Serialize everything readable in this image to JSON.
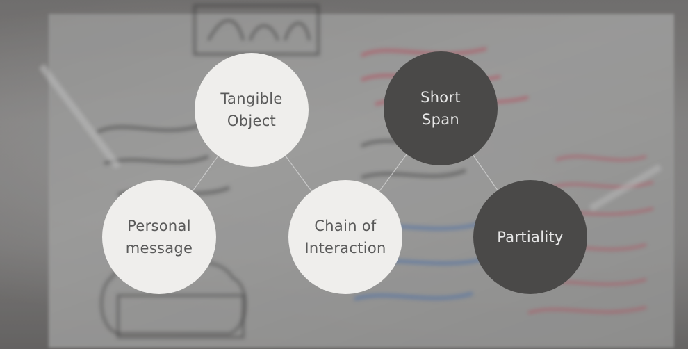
{
  "colors": {
    "light_node": "#efeeec",
    "light_text": "#5a5a5a",
    "dark_node": "#4a4948",
    "dark_text": "#e6e6e6",
    "connector": "#d9d9d9"
  },
  "nodes": [
    {
      "id": "tangible-object",
      "label": "Tangible\nObject",
      "style": "light"
    },
    {
      "id": "personal-message",
      "label": "Personal\nmessage",
      "style": "light"
    },
    {
      "id": "chain-of-interaction",
      "label": "Chain of\nInteraction",
      "style": "light"
    },
    {
      "id": "short-span",
      "label": "Short\nSpan",
      "style": "dark"
    },
    {
      "id": "partiality",
      "label": "Partiality",
      "style": "dark"
    }
  ],
  "edges": [
    {
      "from": "tangible-object",
      "to": "personal-message"
    },
    {
      "from": "tangible-object",
      "to": "chain-of-interaction"
    },
    {
      "from": "short-span",
      "to": "chain-of-interaction"
    },
    {
      "from": "short-span",
      "to": "partiality"
    }
  ]
}
